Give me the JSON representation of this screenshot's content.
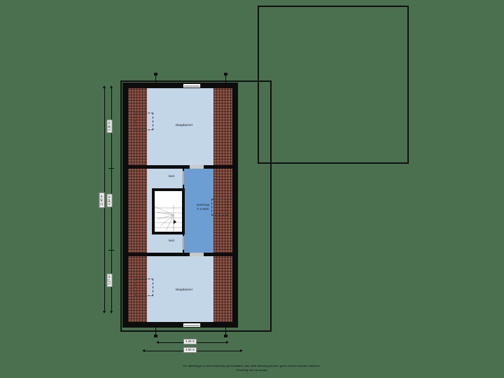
{
  "meta": {
    "background_color": "#4a7050",
    "wall_color": "#0d0d0d",
    "bedroom_fill": "#c3d6e8",
    "landing_fill": "#6c9ed4",
    "roof_slope_fill": "#8c5244",
    "stairwell_fill": "#ffffff"
  },
  "rooms": {
    "bedroom_top": {
      "label": "slaapkamer"
    },
    "bedroom_bottom": {
      "label": "slaapkamer"
    },
    "landing": {
      "label": "overloop",
      "height_label": "h 2.50m"
    },
    "closet_upper": {
      "label": "kast"
    },
    "closet_lower": {
      "label": "kast"
    }
  },
  "dimensions": {
    "horizontal": [
      {
        "name": "inner-width",
        "value": "3.36 m"
      },
      {
        "name": "outer-width",
        "value": "4.90 m"
      }
    ],
    "vertical": [
      {
        "name": "total-depth",
        "value": "11.45 m"
      },
      {
        "name": "bedroom-top-depth",
        "value": "3.30 m"
      },
      {
        "name": "landing-depth",
        "value": "4.64 m"
      },
      {
        "name": "bedroom-bottom-depth",
        "value": "3.27 m"
      }
    ]
  },
  "section_markers": [
    {
      "name": "section-a-top",
      "label": ""
    },
    {
      "name": "section-b-top",
      "label": ""
    },
    {
      "name": "section-a-bottom",
      "label": ""
    },
    {
      "name": "section-b-bottom",
      "label": ""
    }
  ],
  "footer": {
    "line1": "De afmetingen in deze tekening zijn indicatief; aan deze tekening kunnen geen rechten worden ontleend.",
    "line2": "Tekening niet op schaal."
  }
}
